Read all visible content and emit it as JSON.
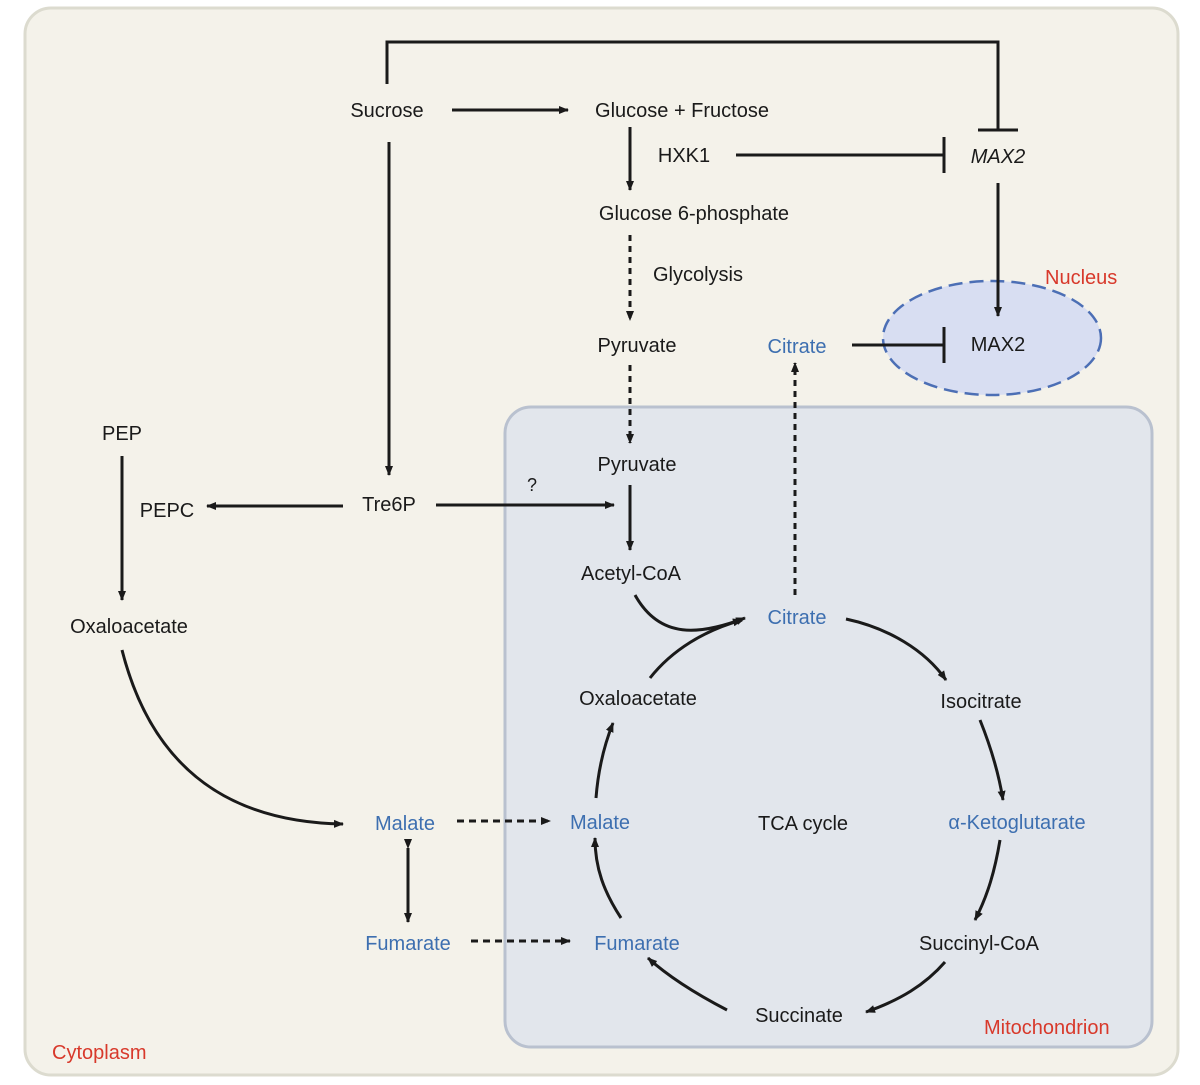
{
  "colors": {
    "cytoplasm_fill": "#f4f2ea",
    "cytoplasm_border": "#dcdbcf",
    "mitochondrion_fill": "#e2e6ec",
    "mitochondrion_border": "#b9c1cf",
    "nucleus_fill": "#d8def2",
    "nucleus_border": "#4c6fb5",
    "black_text": "#1a1a1a",
    "blue_text": "#3d6fb0",
    "red_text": "#d8392b"
  },
  "compartments": {
    "cytoplasm": "Cytoplasm",
    "mitochondrion": "Mitochondrion",
    "nucleus": "Nucleus"
  },
  "nodes": {
    "sucrose": "Sucrose",
    "glucose_fructose": "Glucose + Fructose",
    "hxk1": "HXK1",
    "max2_gene": "MAX2",
    "glucose6p": "Glucose 6-phosphate",
    "glycolysis": "Glycolysis",
    "pyruvate_cyto": "Pyruvate",
    "citrate_cyto": "Citrate",
    "max2_protein": "MAX2",
    "pep": "PEP",
    "pepc": "PEPC",
    "tre6p": "Tre6P",
    "question": "?",
    "pyruvate_mito": "Pyruvate",
    "acetyl_coa": "Acetyl-CoA",
    "oxaloacetate_cyto": "Oxaloacetate",
    "citrate_mito": "Citrate",
    "oxaloacetate_mito": "Oxaloacetate",
    "isocitrate": "Isocitrate",
    "malate_cyto": "Malate",
    "malate_mito": "Malate",
    "tca_cycle": "TCA cycle",
    "alpha_ketoglutarate": "α-Ketoglutarate",
    "fumarate_cyto": "Fumarate",
    "fumarate_mito": "Fumarate",
    "succinyl_coa": "Succinyl-CoA",
    "succinate": "Succinate"
  }
}
